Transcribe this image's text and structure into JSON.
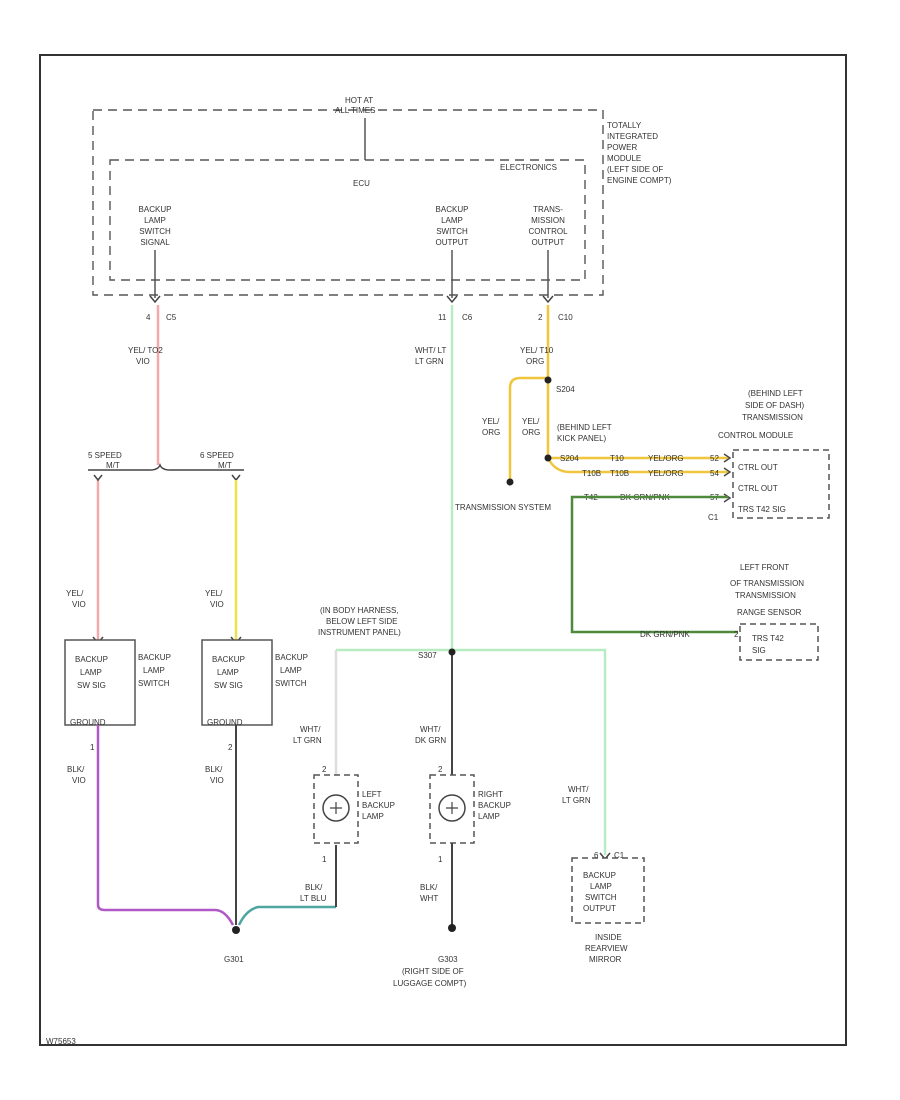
{
  "tipm": {
    "hot_at": "HOT AT",
    "all_times": "ALL TIMES",
    "electronics": "ELECTRONICS",
    "ecu": "ECU",
    "label_lines": [
      "TOTALLY",
      "INTEGRATED",
      "POWER",
      "MODULE",
      "(LEFT SIDE OF",
      "ENGINE COMPT)"
    ],
    "pins": [
      {
        "lines": [
          "BACKUP",
          "LAMP",
          "SWITCH",
          "SIGNAL"
        ],
        "connector": "C5",
        "pin": "4"
      },
      {
        "lines": [
          "BACKUP",
          "LAMP",
          "SWITCH",
          "OUTPUT"
        ],
        "connector": "C6",
        "pin": "11"
      },
      {
        "lines": [
          "TRANS-",
          "MISSION",
          "CONTROL",
          "OUTPUT"
        ],
        "connector": "C10",
        "pin": "2"
      }
    ]
  },
  "wires": {
    "w1": [
      "YEL/ TO2",
      "VIO"
    ],
    "w2": [
      "WHT/ LT",
      "LT GRN"
    ],
    "w3": [
      "YEL/ T10",
      "ORG"
    ],
    "w4": [
      "YEL/",
      "ORG"
    ],
    "w5": [
      "YEL/",
      "ORG"
    ],
    "w6": [
      "YEL/",
      "VIO"
    ],
    "w7": [
      "YEL/",
      "VIO"
    ],
    "w8": [
      "BLK/",
      "VIO"
    ],
    "w9": [
      "BLK/",
      "VIO"
    ],
    "w10": [
      "WHT/",
      "LT GRN"
    ],
    "w11": [
      "WHT/",
      "DK GRN"
    ],
    "w12": [
      "WHT/",
      "LT GRN"
    ],
    "w13": [
      "BLK/",
      "LT BLU"
    ],
    "w14": [
      "BLK/",
      "WHT"
    ]
  },
  "splices": {
    "s204": "S204",
    "s307": "S307",
    "s204_loc": [
      "(BEHIND LEFT",
      "KICK PANEL)"
    ],
    "s307_loc": [
      "(IN BODY HARNESS,",
      "BELOW LEFT SIDE",
      "INSTRUMENT PANEL)"
    ]
  },
  "speeds": {
    "left": [
      "5 SPEED",
      "M/T"
    ],
    "right": [
      "6 SPEED",
      "M/T"
    ]
  },
  "trans_system": "TRANSMISSION SYSTEM",
  "tcm": {
    "label_lines": [
      "(BEHIND LEFT",
      "SIDE OF DASH)",
      "TRANSMISSION",
      "CONTROL MODULE"
    ],
    "rows": [
      {
        "wire": "T10",
        "color": "YEL/ORG",
        "pin": "52",
        "func": "CTRL OUT"
      },
      {
        "wire": "T10B",
        "color": "YEL/ORG",
        "pin": "54",
        "func": "CTRL OUT"
      },
      {
        "wire": "T42",
        "color": "DK GRN/PNK",
        "pin": "57",
        "func": "TRS T42 SIG"
      }
    ],
    "connector": "C1",
    "splice_tags": [
      "S204",
      "T10B"
    ]
  },
  "trs": {
    "label_lines": [
      "LEFT FRONT",
      "OF TRANSMISSION",
      "TRANSMISSION",
      "RANGE SENSOR"
    ],
    "wire_color": "DK GRN/PNK",
    "pin": "2",
    "func": [
      "TRS T42",
      "SIG"
    ]
  },
  "switches": [
    {
      "box": [
        "BACKUP",
        "LAMP",
        "SW SIG"
      ],
      "name": [
        "BACKUP",
        "LAMP",
        "SWITCH"
      ],
      "ground": "GROUND",
      "pin": "1"
    },
    {
      "box": [
        "BACKUP",
        "LAMP",
        "SW SIG"
      ],
      "name": [
        "BACKUP",
        "LAMP",
        "SWITCH"
      ],
      "ground": "GROUND",
      "pin": "2"
    }
  ],
  "lamps": [
    {
      "name": [
        "LEFT",
        "BACKUP",
        "LAMP"
      ],
      "pin_top": "2",
      "pin_bot": "1"
    },
    {
      "name": [
        "RIGHT",
        "BACKUP",
        "LAMP"
      ],
      "pin_top": "2",
      "pin_bot": "1"
    }
  ],
  "mirror": {
    "box": [
      "BACKUP",
      "LAMP",
      "SWITCH",
      "OUTPUT"
    ],
    "pin": "6",
    "connector": "C1",
    "name": [
      "INSIDE",
      "REARVIEW",
      "MIRROR"
    ]
  },
  "grounds": {
    "g301": "G301",
    "g303": "G303",
    "g303_loc": [
      "(RIGHT SIDE OF",
      "LUGGAGE COMPT)"
    ]
  },
  "figure_code": "W75653",
  "colors": {
    "pink": "#f4a9a9",
    "yellow": "#ece24a",
    "lt_green": "#b8ebc2",
    "dk_green": "#4f8a3c",
    "orange_yellow": "#f0c63c",
    "purple": "#b058c6",
    "teal": "#4fa6a0"
  }
}
